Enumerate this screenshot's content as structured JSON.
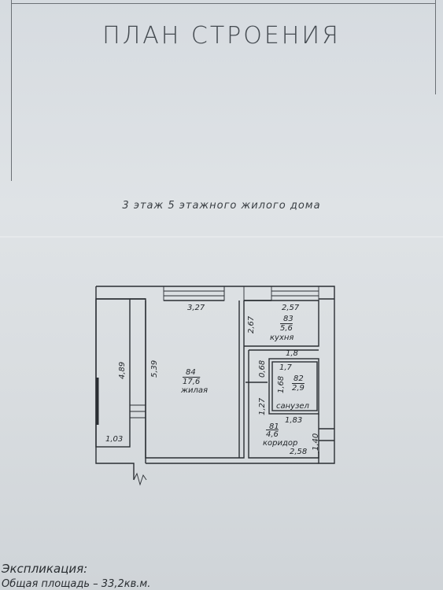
{
  "document": {
    "title": "ПЛАН СТРОЕНИЯ",
    "subtitle": "3 этаж 5 этажного жилого дома",
    "explication_heading": "Экспликация:",
    "explication_line": "Общая площадь – 33,2кв.м."
  },
  "rooms": {
    "living": {
      "number": "84",
      "area": "17,6",
      "name": "жилая"
    },
    "kitchen": {
      "number": "83",
      "area": "5,6",
      "name": "кухня"
    },
    "bathroom": {
      "number": "82",
      "area": "2,9",
      "name": "санузел"
    },
    "corridor": {
      "number": "81",
      "area": "4,6",
      "name": "коридор"
    }
  },
  "dimensions": {
    "top_living": "3,27",
    "top_kitchen": "2,57",
    "kitchen_depth": "2,67",
    "balcony_length": "4,89",
    "living_depth": "5,39",
    "balcony_width": "1,03",
    "bath_top": "1,8",
    "bath_inner_top": "1,7",
    "bath_height": "1,68",
    "bath_bottom": "1,83",
    "corridor_gap": "0,68",
    "corridor_depth": "1,27",
    "corridor_width": "2,58",
    "entry_depth": "1,40"
  }
}
